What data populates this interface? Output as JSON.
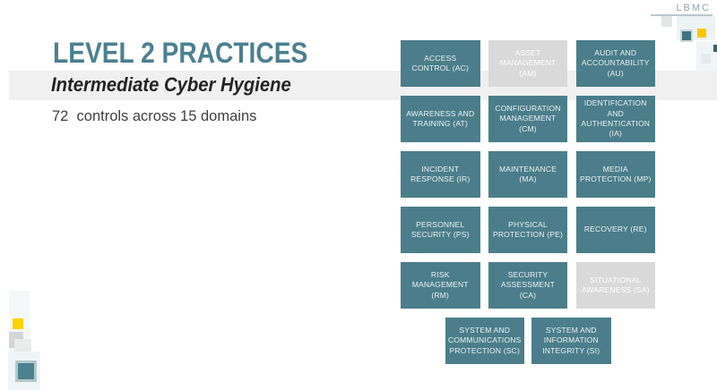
{
  "slide": {
    "title": "LEVEL 2 PRACTICES",
    "subtitle": "Intermediate Cyber Hygiene",
    "summary": "72  controls across 15 domains"
  },
  "logo": {
    "text": "LBMC"
  },
  "colors": {
    "accent_teal": "#4b7e8a",
    "title_teal": "#4b8090",
    "excluded_gray": "#d9d9d9",
    "band_gray": "#f0f0f0",
    "accent_yellow": "#fdc500"
  },
  "domains": [
    {
      "label": "ACCESS CONTROL (AC)",
      "state": "included"
    },
    {
      "label": "ASSET MANAGEMENT (AM)",
      "state": "excluded"
    },
    {
      "label": "AUDIT AND ACCOUNTABILITY (AU)",
      "state": "included"
    },
    {
      "label": "AWARENESS AND TRAINING (AT)",
      "state": "included"
    },
    {
      "label": "CONFIGURATION MANAGEMENT (CM)",
      "state": "included"
    },
    {
      "label": "IDENTIFICATION AND AUTHENTICATION (IA)",
      "state": "included"
    },
    {
      "label": "INCIDENT RESPONSE (IR)",
      "state": "included"
    },
    {
      "label": "MAINTENANCE (MA)",
      "state": "included"
    },
    {
      "label": "MEDIA PROTECTION (MP)",
      "state": "included"
    },
    {
      "label": "PERSONNEL SECURITY (PS)",
      "state": "included"
    },
    {
      "label": "PHYSICAL PROTECTION (PE)",
      "state": "included"
    },
    {
      "label": "RECOVERY (RE)",
      "state": "included"
    },
    {
      "label": "RISK MANAGEMENT (RM)",
      "state": "included"
    },
    {
      "label": "SECURITY ASSESSMENT (CA)",
      "state": "included"
    },
    {
      "label": "SITUATIONAL AWARENESS (SA)",
      "state": "excluded"
    },
    {
      "label": "SYSTEM AND COMMUNICATIONS PROTECTION (SC)",
      "state": "included"
    },
    {
      "label": "SYSTEM AND INFORMATION INTEGRITY (SI)",
      "state": "included"
    }
  ]
}
